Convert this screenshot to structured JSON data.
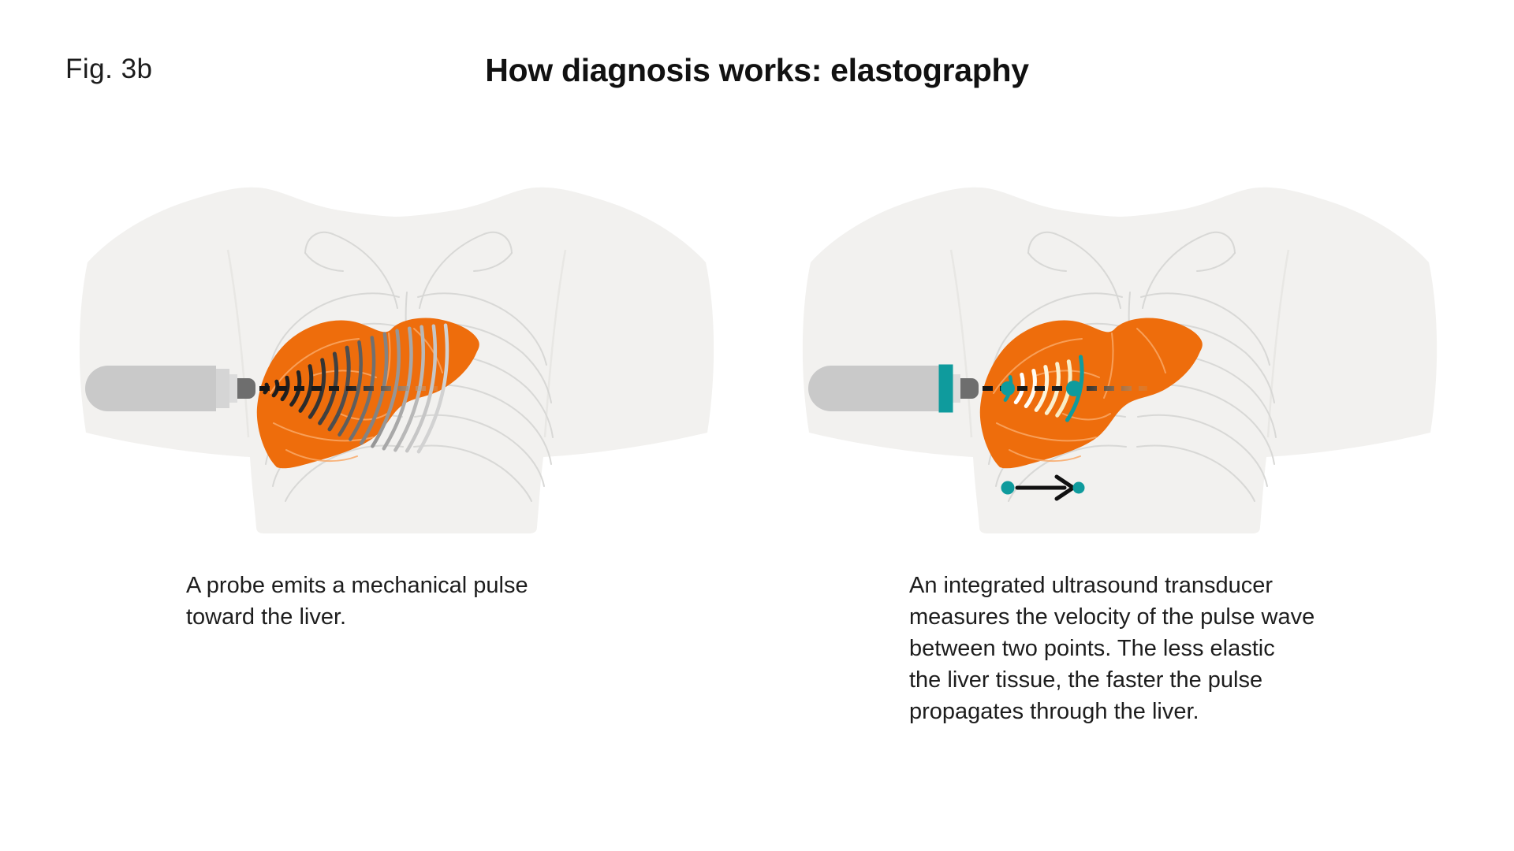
{
  "figure": {
    "label": "Fig. 3b",
    "title": "How diagnosis works: elastography"
  },
  "panels": [
    {
      "name": "pulse-emission",
      "caption": "A probe emits a mechanical pulse\ntoward the liver.",
      "graphics": [
        "torso-silhouette",
        "rib-cage",
        "liver",
        "ultrasound-probe",
        "pulse-dashed-line",
        "shear-wave-fan"
      ]
    },
    {
      "name": "velocity-measurement",
      "caption": "An integrated ultrasound transducer\nmeasures the velocity of the pulse wave\nbetween two points. The less elastic\nthe liver tissue, the faster the pulse\npropagates through the liver.",
      "graphics": [
        "torso-silhouette",
        "rib-cage",
        "liver",
        "ultrasound-probe-with-transducer",
        "pulse-dashed-line",
        "measurement-point-1",
        "measurement-point-2",
        "pulse-wavefronts",
        "velocity-arrow"
      ]
    }
  ],
  "colors": {
    "background": "#ffffff",
    "liver_orange": "#ee6d0c",
    "liver_detail_orange": "#f9a866",
    "teal_accent": "#0f9b9d",
    "torso_fill": "#f2f1ef",
    "rib_stroke": "#d6d6d4",
    "probe_body_gray": "#c9c9c9",
    "probe_tip_gray": "#6e6e6e",
    "pulse_black": "#1a1a1a",
    "wavefront_white": "#ffffff",
    "text": "#1c1c1c"
  }
}
